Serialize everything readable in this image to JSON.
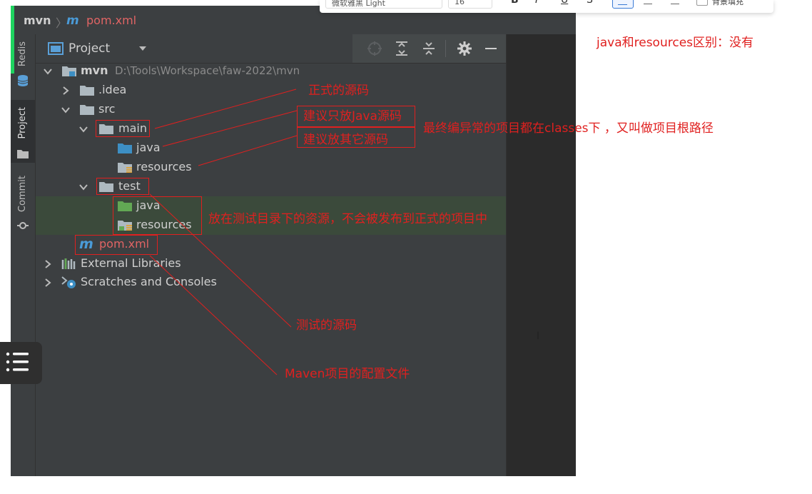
{
  "breadcrumb": {
    "project": "mvn",
    "file": "pom.xml"
  },
  "stripe": {
    "redis": "Redis",
    "project": "Project",
    "commit": "Commit"
  },
  "panel": {
    "title": "Project"
  },
  "tree": {
    "root": {
      "name": "mvn",
      "path": "D:\\Tools\\Workspace\\faw-2022\\mvn"
    },
    "idea": ".idea",
    "src": "src",
    "main": "main",
    "main_java": "java",
    "main_resources": "resources",
    "test": "test",
    "test_java": "java",
    "test_resources": "resources",
    "pom": "pom.xml",
    "external": "External Libraries",
    "scratches": "Scratches and Consoles"
  },
  "annotations": {
    "diff": "java和resources区别：没有",
    "main_src": "正式的源码",
    "java_hint": "建议只放Java源码",
    "other_hint": "建议放其它源码",
    "classes": "最终编异常的项目都在classes下 ，又叫做项目根路径",
    "test_res": "放在测试目录下的资源，不会被发布到正式的项目中",
    "test_src": "测试的源码",
    "maven": "Maven项目的配置文件"
  },
  "toolbar": {
    "font": "微软雅黑 Light",
    "size": "16",
    "bg": "背景填充"
  },
  "colors": {
    "annotation": "#e0201f",
    "folder_blue": "#3d8fc4",
    "folder_green": "#62a854",
    "maven": "#4a9bd8"
  }
}
